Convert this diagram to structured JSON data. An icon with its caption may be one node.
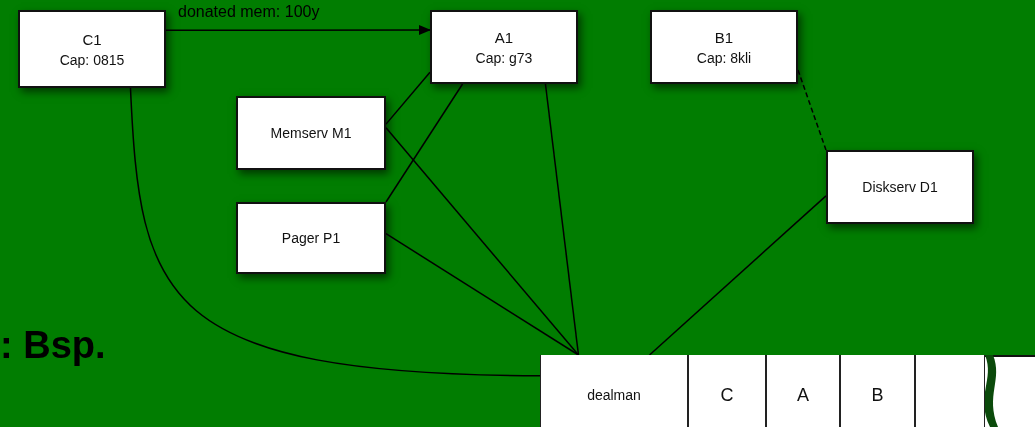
{
  "diagram": {
    "nodes": [
      {
        "text": [
          "C1",
          "Cap: 0815"
        ]
      },
      {
        "text": [
          "A1",
          "Cap: g73"
        ]
      },
      {
        "text": [
          "B1",
          "Cap: 8kli"
        ]
      },
      {
        "text": [
          "Memserv M1"
        ]
      },
      {
        "text": [
          "Pager P1"
        ]
      },
      {
        "text": [
          "Diskserv D1"
        ]
      },
      {
        "text": [
          "dealman"
        ]
      },
      {
        "text": [
          "C"
        ]
      },
      {
        "text": [
          "A"
        ]
      },
      {
        "text": [
          "B"
        ]
      },
      {
        "text": [],
        "shape": "box"
      }
    ],
    "edges": [
      {
        "from": 0,
        "to": 1,
        "arrow": "to",
        "label": "donated mem: 100y"
      },
      {
        "from": 0,
        "to": 6,
        "arrow": "none"
      },
      {
        "from": 3,
        "to": 1,
        "arrow": "none"
      },
      {
        "from": 4,
        "to": 1,
        "arrow": "none"
      },
      {
        "from": 1,
        "to": 6,
        "arrow": "none"
      },
      {
        "from": 3,
        "to": 6,
        "arrow": "none"
      },
      {
        "from": 4,
        "to": 6,
        "arrow": "none"
      },
      {
        "from": 2,
        "to": 5,
        "arrow": "none",
        "style": "dashed"
      },
      {
        "from": 5,
        "to": 6,
        "arrow": "none"
      }
    ],
    "labels": [
      ": Bsp."
    ]
  }
}
